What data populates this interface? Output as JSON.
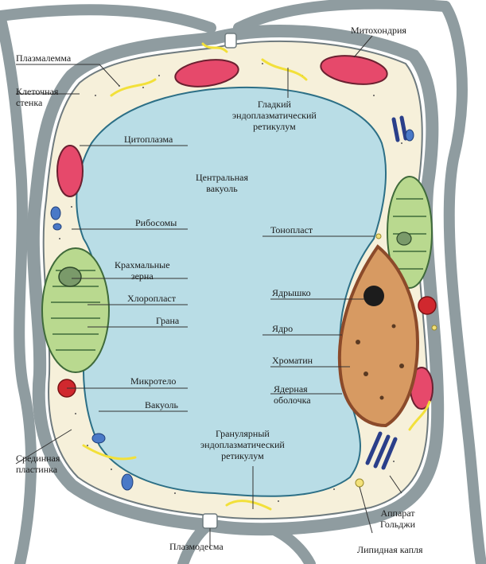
{
  "colors": {
    "wall": "#9aa7ab",
    "wall_edge": "#5b666a",
    "cytoplasm": "#f5efd9",
    "vacuole": "#b9dde6",
    "vacuole_edge": "#2c6f86",
    "mitochondria": "#e6496b",
    "chloroplast": "#b9d98f",
    "nucleus": "#d79a62",
    "er": "#f2e03a",
    "golgi": "#2a3f8a",
    "microbody": "#d0282e",
    "vesicle": "#4a79c7"
  },
  "labels": {
    "plasmalemma": "Плазмалемма",
    "cell_wall": "Клеточная\nстенка",
    "cytoplasm": "Цитоплазма",
    "central_vacuole": "Центральная\nвакуоль",
    "ribosomes": "Рибосомы",
    "starch_grains": "Крахмальные\nзерна",
    "chloroplast": "Хлоропласт",
    "grana": "Грана",
    "microbody": "Микротело",
    "vacuole": "Вакуоль",
    "middle_lamella": "Срединная\nпластинка",
    "mitochondrion": "Митохондрия",
    "smooth_er": "Гладкий\nэндоплазматический\nретикулум",
    "tonoplast": "Тонопласт",
    "nucleolus": "Ядрышко",
    "nucleus": "Ядро",
    "chromatin": "Хроматин",
    "nuclear_envelope": "Ядерная\nоболочка",
    "rough_er": "Гранулярный\nэндоплазматический\nретикулум",
    "golgi": "Аппарат\nГольджи",
    "plasmodesma": "Плазмодесма",
    "lipid_droplet": "Липидная капля"
  }
}
